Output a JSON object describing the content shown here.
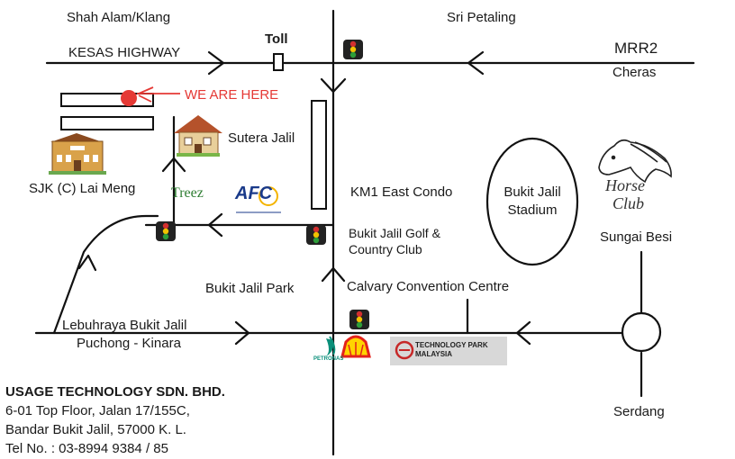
{
  "colors": {
    "road": "#111111",
    "marker": "#e53935",
    "light_red": "#d32f2f",
    "light_yellow": "#f2c200",
    "light_green": "#2e9e3a",
    "petronas": "#0a8f7a",
    "shell_red": "#e3221b",
    "shell_yellow": "#ffd400"
  },
  "labels": {
    "shah_alam": "Shah Alam/Klang",
    "sri_petaling": "Sri Petaling",
    "kesas": "KESAS HIGHWAY",
    "toll": "Toll",
    "mrr2": "MRR2",
    "cheras": "Cheras",
    "we_are_here": "WE ARE HERE",
    "sutera_jalil": "Sutera Jalil",
    "sjk": "SJK (C) Lai Meng",
    "km1": "KM1 East Condo",
    "bukit_jalil_golf": "Bukit Jalil Golf &",
    "country_club": "Country Club",
    "stadium_line1": "Bukit Jalil",
    "stadium_line2": "Stadium",
    "sungai_besi": "Sungai Besi",
    "bukit_jalil_park": "Bukit Jalil Park",
    "calvary": "Calvary Convention Centre",
    "lebuhraya": "Lebuhraya Bukit Jalil",
    "puchong": "Puchong - Kinara",
    "serdang": "Serdang",
    "treez": "Treez",
    "afc": "AFC",
    "petronas": "PETRONAS",
    "tech_park_line1": "TECHNOLOGY PARK",
    "tech_park_line2": "MALAYSIA",
    "horse_club_line1": "Horse",
    "horse_club_line2": "Club"
  },
  "company": {
    "name": "USAGE TECHNOLOGY SDN. BHD.",
    "address1": "6-01 Top Floor, Jalan 17/155C,",
    "address2": "Bandar Bukit Jalil, 57000 K. L.",
    "phone": "Tel No. : 03-8994 9384 / 85"
  },
  "icons": [
    "traffic-light-icon",
    "toll-booth-icon",
    "house-icon",
    "school-icon",
    "horse-icon",
    "petronas-logo",
    "shell-logo",
    "roundabout-icon",
    "location-marker-icon"
  ]
}
